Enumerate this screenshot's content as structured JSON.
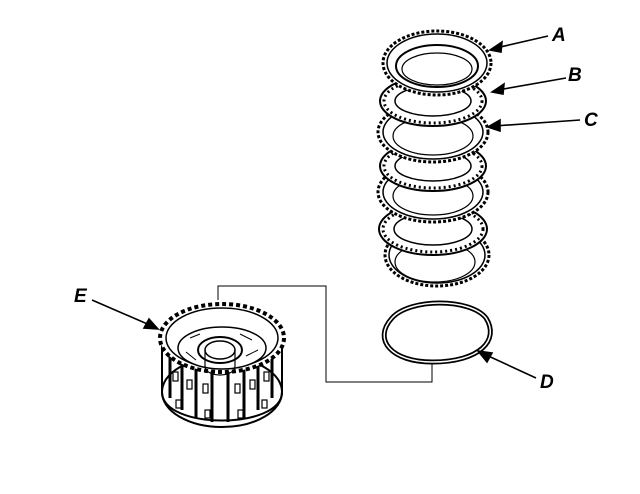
{
  "diagram": {
    "labels": {
      "A": "A",
      "B": "B",
      "C": "C",
      "D": "D",
      "E": "E"
    },
    "colors": {
      "ink": "#000000",
      "paper": "#ffffff"
    }
  }
}
